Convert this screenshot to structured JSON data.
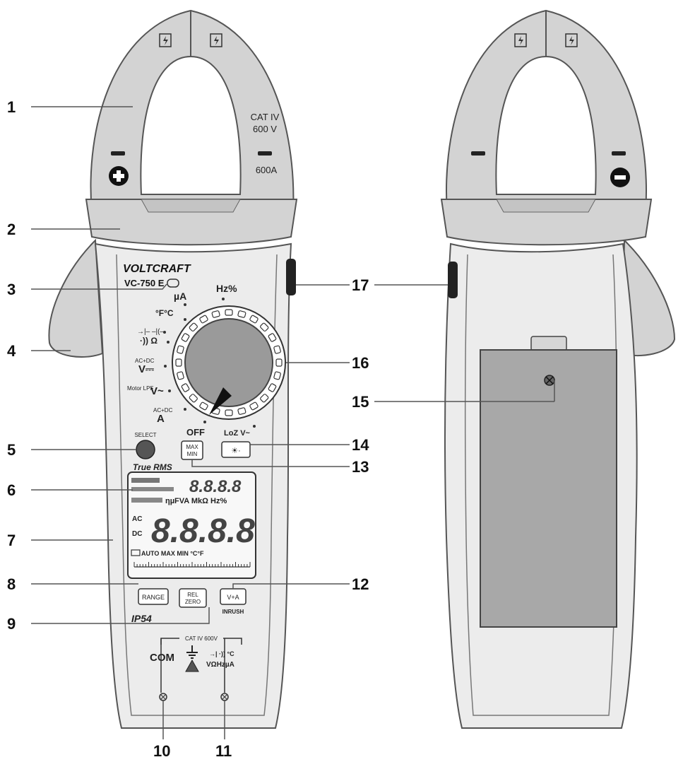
{
  "product": {
    "brand": "VOLTCRAFT",
    "model": "VC-750 E",
    "jaw_rating_line1": "CAT IV",
    "jaw_rating_line2": "600 V",
    "jaw_current": "600A",
    "true_rms": "True RMS",
    "ip_rating": "IP54"
  },
  "dial": {
    "ua": "µA",
    "hz": "Hz%",
    "temp": "°F°C",
    "diode": "→|– –|(–",
    "ohm": "·)) Ω",
    "vdc_top": "AC+DC",
    "vdc": "V⎓",
    "lpf_label": "Motor LPF",
    "vac": "V~",
    "a_top": "AC+DC",
    "a": "A",
    "off": "OFF",
    "loz": "LoZ V~"
  },
  "buttons": {
    "select": "SELECT",
    "max_min_line1": "MAX",
    "max_min_line2": "MIN",
    "backlight": "☀·",
    "range": "RANGE",
    "rel_line1": "REL",
    "rel_line2": "ZERO",
    "va": "V+A",
    "inrush": "INRUSH"
  },
  "lcd": {
    "small_digits": "8.8.8.8",
    "main_digits": "8.8.8.8",
    "units_row": "ηµFVA MkΩ Hz%",
    "status_row": "AUTO MAX MIN °C°F",
    "ac": "AC",
    "dc": "DC"
  },
  "terminals": {
    "rating": "CAT IV 600V",
    "com": "COM",
    "input_line1": "→| ·)) °C",
    "input_line2": "VΩHzµA"
  },
  "callouts": [
    "1",
    "2",
    "3",
    "4",
    "5",
    "6",
    "7",
    "8",
    "9",
    "10",
    "11",
    "12",
    "13",
    "14",
    "15",
    "16",
    "17"
  ],
  "colors": {
    "body": "#ececec",
    "jaw": "#d3d3d3",
    "battery_cover": "#a8a8a8",
    "dial": "#9a9a9a",
    "outline": "#4a4a4a"
  }
}
